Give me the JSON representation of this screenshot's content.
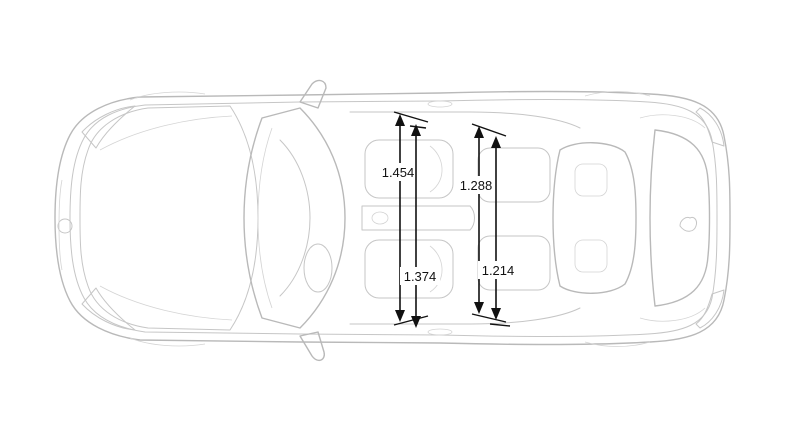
{
  "diagram": {
    "subject": "car-top-view",
    "colors": {
      "background": "#ffffff",
      "outline": "#b9b9b9",
      "dimension": "#111111"
    },
    "dimensions": [
      {
        "id": "front-shoulder",
        "label": "1.454"
      },
      {
        "id": "front-hip",
        "label": "1.374"
      },
      {
        "id": "rear-shoulder",
        "label": "1.288"
      },
      {
        "id": "rear-hip",
        "label": "1.214"
      }
    ]
  }
}
